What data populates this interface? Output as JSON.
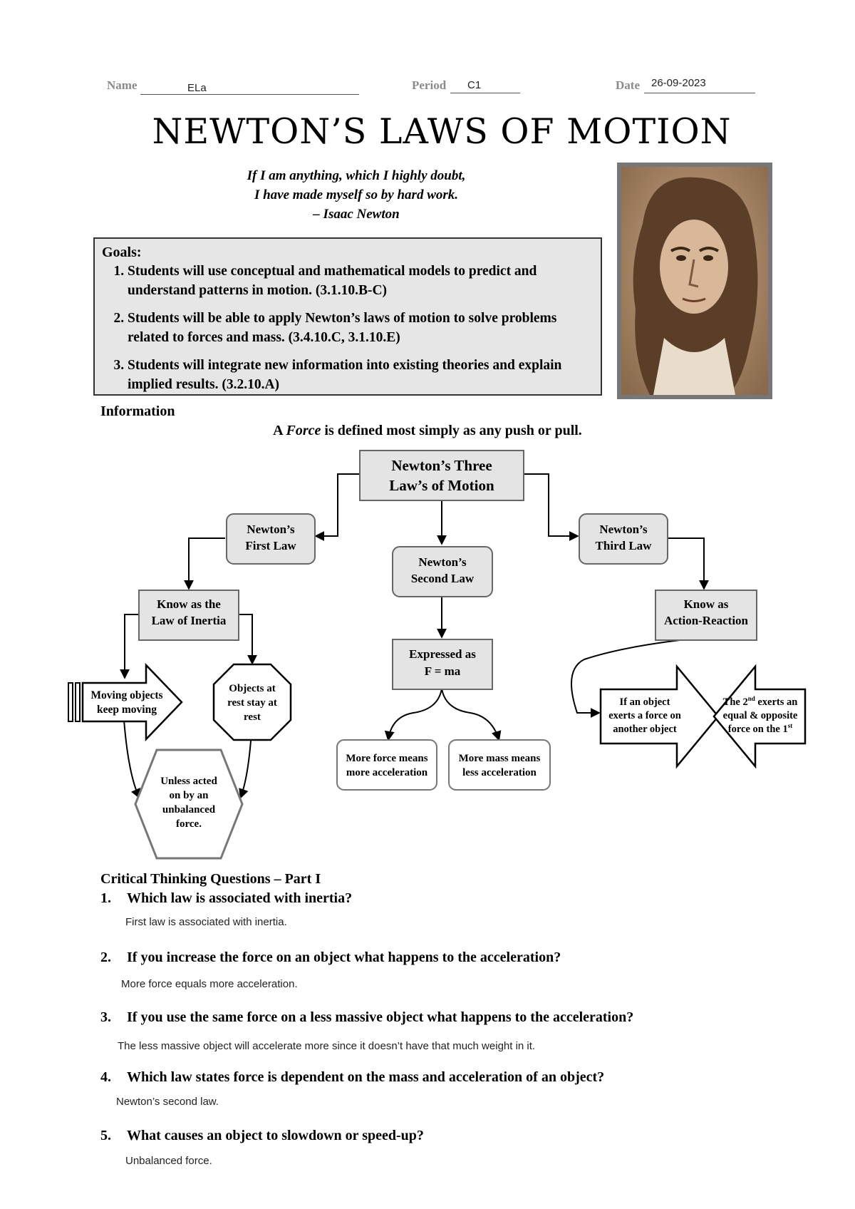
{
  "header": {
    "name_label": "Name",
    "name_value": "ELa",
    "period_label": "Period",
    "period_value": "C1",
    "date_label": "Date",
    "date_value": "26-09-2023"
  },
  "title": "NEWTON’S LAWS OF MOTION",
  "quote": {
    "line1": "If I am anything, which I highly doubt,",
    "line2": "I have made myself so by hard work.",
    "line3": "– Isaac Newton"
  },
  "goals": {
    "heading": "Goals:",
    "items": [
      "Students will use conceptual and mathematical models to predict and understand patterns in motion. (3.1.10.B-C)",
      "Students will be able to apply Newton’s laws of motion to solve problems related to forces and mass. (3.4.10.C, 3.1.10.E)",
      "Students will integrate new information into existing theories and explain implied results. (3.2.10.A)"
    ]
  },
  "information": {
    "heading": "Information",
    "force_prefix": "A ",
    "force_word": "Force",
    "force_rest": " is defined most simply as any push or pull."
  },
  "concept_map": {
    "root": [
      "Newton’s Three",
      "Law’s of Motion"
    ],
    "first_law": [
      "Newton’s",
      "First Law"
    ],
    "second_law": [
      "Newton’s",
      "Second Law"
    ],
    "third_law": [
      "Newton’s",
      "Third Law"
    ],
    "inertia": [
      "Know as the",
      "Law of Inertia"
    ],
    "moving": [
      "Moving objects",
      "keep moving"
    ],
    "rest": [
      "Objects at",
      "rest stay at",
      "rest"
    ],
    "unless": [
      "Unless acted",
      "on by an",
      "unbalanced",
      "force."
    ],
    "expressed": [
      "Expressed as",
      "F = ma"
    ],
    "more_force": [
      "More force means",
      "more acceleration"
    ],
    "more_mass": [
      "More mass means",
      "less acceleration"
    ],
    "action_reaction": [
      "Know as",
      "Action-Reaction"
    ],
    "exerts": [
      "If an object",
      "exerts a force on",
      "another object"
    ],
    "second_exerts": {
      "l1_pre": "The 2",
      "l1_sup": "nd",
      "l1_post": " exerts an",
      "l2": "equal & opposite",
      "l3_pre": "force on the 1",
      "l3_sup": "st"
    }
  },
  "questions": {
    "heading": "Critical Thinking Questions – Part I",
    "items": [
      {
        "num": "1.",
        "q": "Which law is associated with inertia?",
        "a": "First law is associated with inertia."
      },
      {
        "num": "2.",
        "q": "If you increase the force on an object what happens to the acceleration?",
        "a": "More force equals more acceleration."
      },
      {
        "num": "3.",
        "q": "If you use the same force on a less massive object what happens to the acceleration?",
        "a": "The less massive object will accelerate more since it doesn’t have that much weight in it."
      },
      {
        "num": "4.",
        "q": "Which law states force is dependent on the mass and acceleration of an object?",
        "a": "Newton’s second law."
      },
      {
        "num": "5.",
        "q": "What causes an object to slowdown or speed-up?",
        "a": "Unbalanced force."
      }
    ]
  }
}
